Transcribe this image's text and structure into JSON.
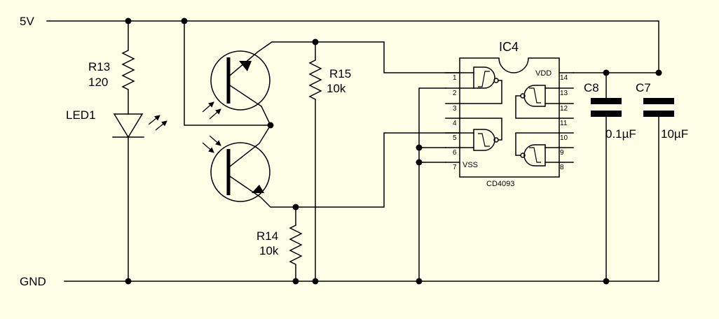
{
  "rails": {
    "vcc": "5V",
    "gnd": "GND"
  },
  "components": {
    "r13": {
      "name": "R13",
      "value": "120"
    },
    "led1": {
      "name": "LED1"
    },
    "r15": {
      "name": "R15",
      "value": "10k"
    },
    "r14": {
      "name": "R14",
      "value": "10k"
    },
    "ic4": {
      "name": "IC4",
      "part": "CD4093",
      "vdd": "VDD",
      "vss": "VSS",
      "pins": [
        "1",
        "2",
        "3",
        "4",
        "5",
        "6",
        "7",
        "8",
        "9",
        "10",
        "11",
        "12",
        "13",
        "14"
      ]
    },
    "c8": {
      "name": "C8",
      "value": "0.1µF"
    },
    "c7": {
      "name": "C7",
      "value": "10µF"
    }
  },
  "colors": {
    "background": "#ffffe8",
    "ink": "#000000"
  }
}
